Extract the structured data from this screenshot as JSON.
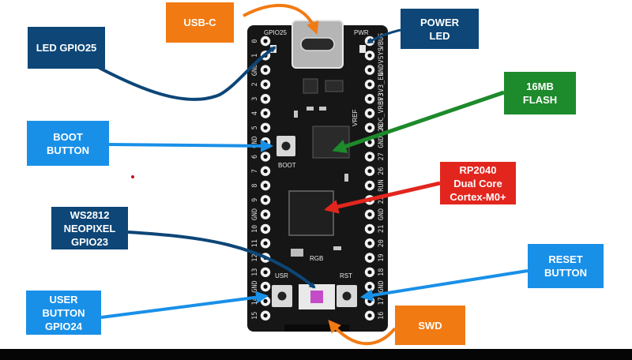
{
  "colors": {
    "board": "#161616",
    "dark_blue": "#0d4677",
    "light_blue": "#1990e8",
    "green": "#1d8a2b",
    "red": "#e2261e",
    "orange": "#f27a12"
  },
  "labels": {
    "usb_c": "USB-C",
    "power_led": "POWER\nLED",
    "led_gpio25": "LED GPIO25",
    "flash": "16MB\nFLASH",
    "boot_button": "BOOT\nBUTTON",
    "rp2040": "RP2040\nDual Core\nCortex-M0+",
    "ws2812": "WS2812\nNEOPIXEL\nGPIO23",
    "reset_button": "RESET\nBUTTON",
    "user_button": "USER\nBUTTON\nGPIO24",
    "swd": "SWD"
  },
  "silkscreen": {
    "gpio25": "GPIO25",
    "pwr": "PWR",
    "boot": "BOOT",
    "rgb": "RGB",
    "usr": "USR",
    "rst": "RST",
    "vref": "VREF"
  },
  "pins_left": [
    "0",
    "1",
    "GND",
    "2",
    "3",
    "4",
    "5",
    "GND",
    "6",
    "7",
    "8",
    "9",
    "GND",
    "10",
    "11",
    "12",
    "13",
    "GND",
    "14",
    "15"
  ],
  "pins_right": [
    "VBUS",
    "VSYS",
    "GND",
    "3V3_EN",
    "3V3",
    "ADC_VREF",
    "28",
    "GND",
    "27",
    "26",
    "RUN",
    "22",
    "GND",
    "21",
    "20",
    "19",
    "18",
    "GND",
    "17",
    "16"
  ]
}
